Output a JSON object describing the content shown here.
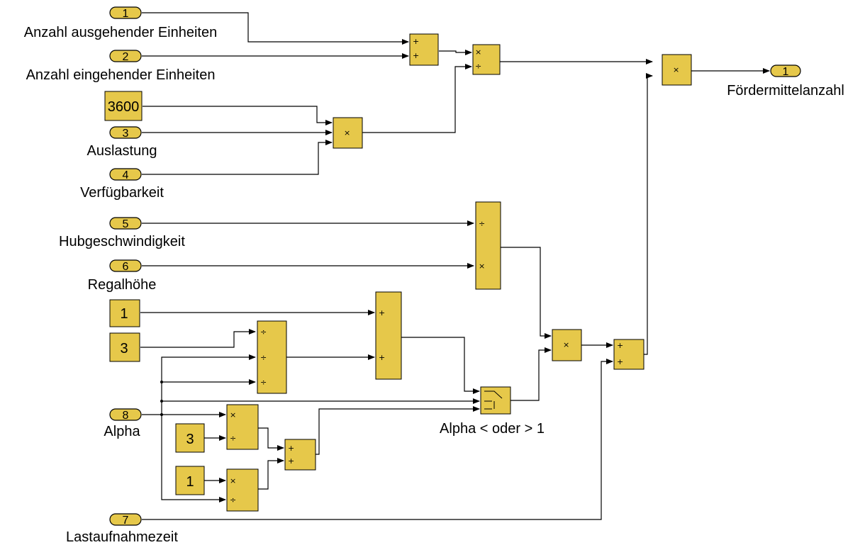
{
  "inports": [
    {
      "num": "1",
      "label": "Anzahl ausgehender Einheiten"
    },
    {
      "num": "2",
      "label": "Anzahl eingehender Einheiten"
    },
    {
      "num": "3",
      "label": "Auslastung"
    },
    {
      "num": "4",
      "label": "Verfügbarkeit"
    },
    {
      "num": "5",
      "label": "Hubgeschwindigkeit"
    },
    {
      "num": "6",
      "label": "Regalhöhe"
    },
    {
      "num": "8",
      "label": "Alpha"
    },
    {
      "num": "7",
      "label": "Lastaufnahmezeit"
    }
  ],
  "outport": {
    "num": "1",
    "label": "Fördermittelanzahl"
  },
  "constants": [
    "3600",
    "1",
    "3",
    "3",
    "1"
  ],
  "switch_label": "Alpha < oder > 1",
  "signs": {
    "plus": "+",
    "times": "×",
    "divide": "÷"
  }
}
